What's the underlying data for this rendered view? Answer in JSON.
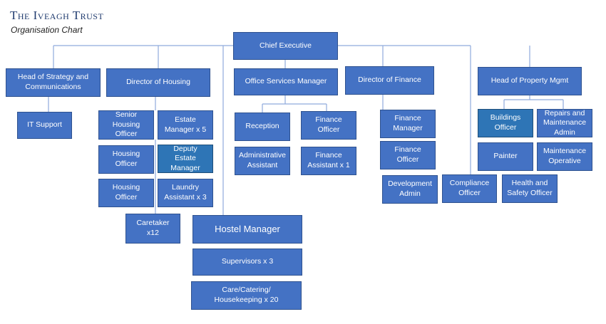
{
  "header": {
    "title": "The Iveagh Trust",
    "subtitle": "Organisation Chart"
  },
  "colors": {
    "box_fill": "#4472c4",
    "box_fill_dark": "#2e75b6",
    "line": "#8faadc"
  },
  "nodes": {
    "chief": "Chief Executive",
    "head_strategy": "Head of Strategy and\nCommunications",
    "it_support": "IT Support",
    "dir_housing": "Director of Housing",
    "senior_housing": "Senior\nHousing\nOfficer",
    "estate_manager": "Estate\nManager x 5",
    "housing_officer_1": "Housing\nOfficer",
    "deputy_estate": "Deputy\nEstate\nManager",
    "housing_officer_2": "Housing\nOfficer",
    "laundry": "Laundry\nAssistant x 3",
    "caretaker": "Caretaker\nx12",
    "office_services": "Office Services Manager",
    "reception": "Reception",
    "finance_officer_os": "Finance\nOfficer",
    "admin_assistant": "Administrative\nAssistant",
    "finance_assistant": "Finance\nAssistant x 1",
    "hostel_manager": "Hostel Manager",
    "supervisors": "Supervisors x 3",
    "care": "Care/Catering/\nHousekeeping  x 20",
    "dir_finance": "Director of Finance",
    "finance_manager": "Finance\nManager",
    "finance_officer_fin": "Finance\nOfficer",
    "dev_admin": "Development\nAdmin",
    "compliance": "Compliance\nOfficer",
    "health_safety": "Health and\nSafety Officer",
    "head_property": "Head of Property  Mgmt",
    "buildings": "Buildings\nOfficer",
    "repairs": "Repairs and\nMaintenance\nAdmin",
    "painter": "Painter",
    "maint_operative": "Maintenance\nOperative"
  }
}
